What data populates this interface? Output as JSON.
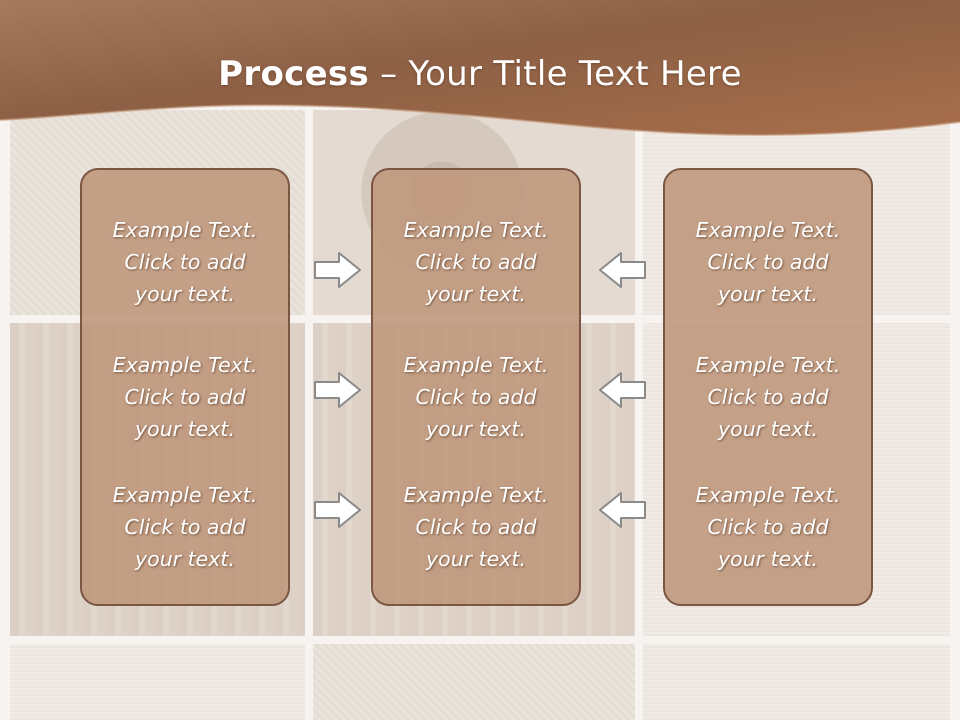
{
  "slide": {
    "title_bold": "Process",
    "title_rest": " – Your Title Text Here"
  },
  "columns": [
    {
      "texts": [
        "Example Text.\nClick  to add\nyour text.",
        "Example Text.\nClick  to add\nyour text.",
        "Example Text.\nClick  to add\nyour text."
      ]
    },
    {
      "texts": [
        "Example Text.\nClick  to add\nyour text.",
        "Example Text.\nClick  to add\nyour text.",
        "Example Text.\nClick  to add\nyour text."
      ]
    },
    {
      "texts": [
        "Example Text.\nClick  to add\nyour text.",
        "Example Text.\nClick  to add\nyour text.",
        "Example Text.\nClick  to add\nyour text."
      ]
    }
  ],
  "arrows": {
    "left_group_direction": "right",
    "right_group_direction": "left"
  },
  "colors": {
    "header_brown": "#8a5f45",
    "card_fill": "#be967b",
    "card_border": "#7a5643",
    "arrow_fill": "#ffffff",
    "arrow_stroke": "#8a8a8a"
  }
}
